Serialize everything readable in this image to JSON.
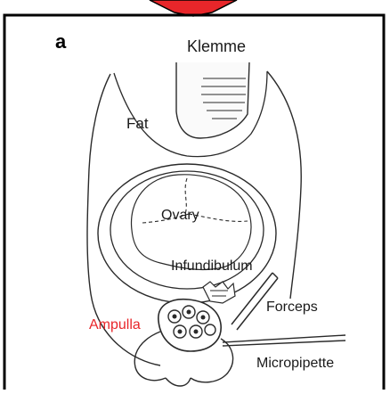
{
  "figure": {
    "panel_label": "a",
    "labels": {
      "klemme": "Klemme",
      "fat": "Fat",
      "ovary": "Ovary",
      "infundibulum": "Infundibulum",
      "forceps": "Forceps",
      "ampulla": "Ampulla",
      "micropipette": "Micropipette"
    },
    "colors": {
      "frame": "#000000",
      "line": "#2a2a2a",
      "text": "#1a1a1a",
      "highlight_label": "#e8262a",
      "marker_red": "#e8262a"
    }
  }
}
